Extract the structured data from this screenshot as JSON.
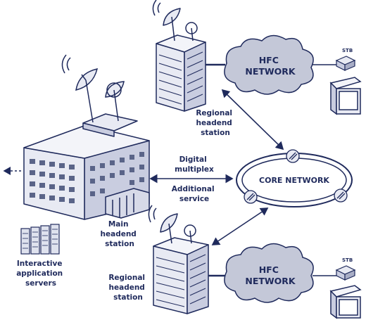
{
  "labels": {
    "hfc_top": [
      "HFC",
      "NETWORK"
    ],
    "hfc_bottom": [
      "HFC",
      "NETWORK"
    ],
    "stb_top": "STB",
    "stb_bottom": "STB",
    "regional_top": [
      "Regional",
      "headend",
      "station"
    ],
    "regional_bottom": [
      "Regional",
      "headend",
      "station"
    ],
    "digital_multiplex": [
      "Digital",
      "multiplex"
    ],
    "additional_service": [
      "Additional",
      "service"
    ],
    "core_network": "CORE NETWORK",
    "main_headend": [
      "Main",
      "headend",
      "station"
    ],
    "interactive_servers": [
      "Interactive",
      "application",
      "servers"
    ]
  },
  "colors": {
    "ink": "#1f2a5c",
    "light_fill": "#e8eaf3",
    "mid_fill": "#c9cde0",
    "cloud_fill": "#c4c8d8",
    "window": "#5a6488"
  }
}
